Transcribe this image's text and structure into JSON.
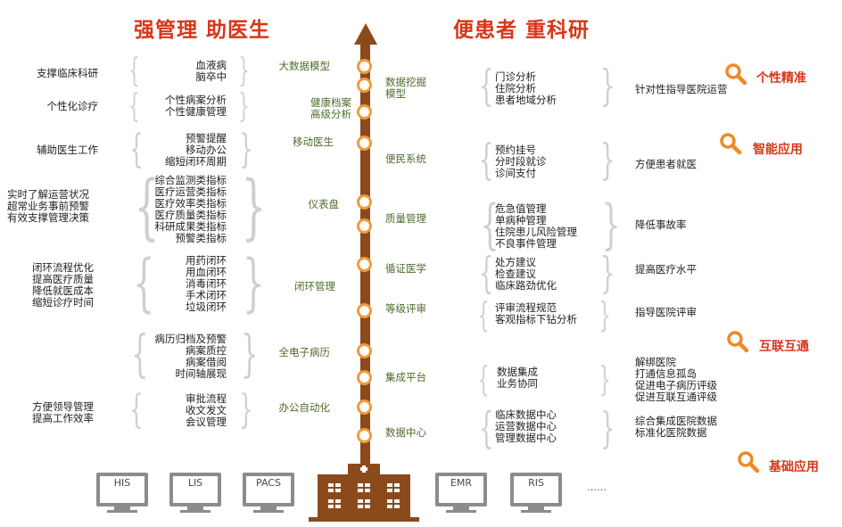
{
  "titles": {
    "left": "强管理  助医生",
    "right": "便患者 重科研"
  },
  "center_labels": [
    "大数据模型",
    "健康档案\n高级分析",
    "移动医生",
    "仪表盘",
    "闭环管理",
    "全电子病历",
    "办公自动化"
  ],
  "right_systems": [
    "数据挖掘\n模型",
    "便民系统",
    "质量管理",
    "循证医学",
    "等级评审",
    "集成平台",
    "数据中心"
  ],
  "left_groups": [
    {
      "outer": "支撑临床科研",
      "items": "血液病\n脑卒中"
    },
    {
      "outer": "个性化诊疗",
      "items": "个性病案分析\n个性健康管理"
    },
    {
      "outer": "辅助医生工作",
      "items": "预警提醒\n移动办公\n缩短闭环周期"
    },
    {
      "outer": "实时了解运营状况\n超常业务事前预警\n有效支撑管理决策",
      "items": "综合监测类指标\n医疗运营类指标\n医疗效率类指标\n医疗质量类指标\n科研成果类指标\n预警类指标"
    },
    {
      "outer": "闭环流程优化\n提高医疗质量\n降低就医成本\n缩短诊疗时间",
      "items": "用药闭环\n用血闭环\n消毒闭环\n手术闭环\n垃圾闭环"
    },
    {
      "outer": "",
      "items": "病历归档及预警\n病案质控\n病案借阅\n时间轴展现"
    },
    {
      "outer": "方便领导管理\n提高工作效率",
      "items": "审批流程\n收文发文\n会议管理"
    }
  ],
  "right_groups": [
    {
      "items": "门诊分析\n住院分析\n患者地域分析",
      "outer": "针对性指导医院运营"
    },
    {
      "items": "预约挂号\n分时段就诊\n诊间支付",
      "outer": "方便患者就医"
    },
    {
      "items": "危急值管理\n单病种管理\n住院患儿风险管理\n不良事件管理",
      "outer": "降低事故率"
    },
    {
      "items": "处方建议\n检查建议\n临床路劲优化",
      "outer": "提高医疗水平"
    },
    {
      "items": "评审流程规范\n客观指标下钻分析",
      "outer": "指导医院评审"
    },
    {
      "items": "数据集成\n业务协同",
      "outer": "解绑医院\n打通信息孤岛\n促进电子病历评级\n促进互联互通评级"
    },
    {
      "items": "临床数据中心\n运营数据中心\n管理数据中心",
      "outer": "综合集成医院数据\n标准化医院数据"
    }
  ],
  "categories": [
    "个性精准",
    "智能应用",
    "互联互通",
    "基础应用"
  ],
  "systems": [
    "HIS",
    "LIS",
    "PACS",
    "EMR",
    "RIS"
  ],
  "ellipsis": "......",
  "colors": {
    "title": "#d8361a",
    "trunk": "#8b4a1c",
    "node": "#f39a3c",
    "label_green": "#4f6b2a",
    "monitor": "#8c8c8c"
  }
}
